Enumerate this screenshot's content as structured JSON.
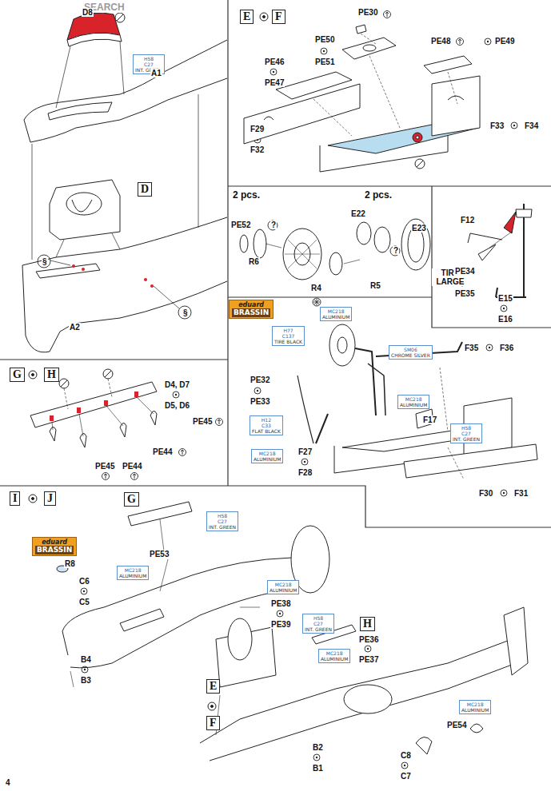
{
  "diagram": {
    "nodes": [
      {
        "text": [
          "D"
        ]
      },
      {
        "text": [
          "H58",
          "C27",
          "INT. GREEN"
        ]
      },
      {
        "text": [
          "E"
        ]
      },
      {
        "text": [
          "F"
        ]
      },
      {
        "text": [
          "eduard",
          "BRASSIN"
        ]
      },
      {
        "text": [
          "H77",
          "C137",
          "TIRE BLACK"
        ]
      },
      {
        "text": [
          "MC218",
          "ALUMINIUM"
        ]
      },
      {
        "text": [
          "SM06",
          "CHROME SILVER"
        ]
      },
      {
        "text": [
          "MC218",
          "ALUMINIUM"
        ]
      },
      {
        "text": [
          "H58",
          "C27",
          "INT. GREEN"
        ]
      },
      {
        "text": [
          "H12",
          "C33",
          "FLAT BLACK"
        ]
      },
      {
        "text": [
          "MC218",
          "ALUMINIUM"
        ]
      },
      {
        "text": [
          "G"
        ]
      },
      {
        "text": [
          "H"
        ]
      },
      {
        "text": [
          "I"
        ]
      },
      {
        "text": [
          "J"
        ]
      },
      {
        "text": [
          "G"
        ]
      },
      {
        "text": [
          "H58",
          "C27",
          "INT. GREEN"
        ]
      },
      {
        "text": [
          "eduard",
          "BRASSIN"
        ]
      },
      {
        "text": [
          "MC218",
          "ALUMINIUM"
        ]
      },
      {
        "text": [
          "MC218",
          "ALUMINIUM"
        ]
      },
      {
        "text": [
          "H58",
          "C27",
          "INT. GREEN"
        ]
      },
      {
        "text": [
          "H"
        ]
      },
      {
        "text": [
          "MC218",
          "ALUMINIUM"
        ]
      },
      {
        "text": [
          "E"
        ]
      },
      {
        "text": [
          "F"
        ]
      },
      {
        "text": [
          "MC218",
          "ALUMINIUM"
        ]
      }
    ],
    "labels": [
      "SEARCH",
      "D8",
      "A1",
      "§",
      "§",
      "A2",
      "PE30",
      "PE50",
      "PE51",
      "PE48",
      "PE49",
      "PE46",
      "PE47",
      "F29",
      "F32",
      "F33",
      "F34",
      "2 pcs.",
      "2 pcs.",
      "PE52",
      "?",
      "E22",
      "E23",
      "?",
      "R6",
      "R4",
      "R5",
      "TIRE LARGE",
      "F12",
      "PE34",
      "PE35",
      "E15",
      "E16",
      "F35",
      "F36",
      "PE32",
      "PE33",
      "F17",
      "F27",
      "F28",
      "F30",
      "F31",
      "D4, D7",
      "D5, D6",
      "PE45",
      "PE44",
      "PE44",
      "PE45",
      "R8",
      "PE53",
      "C6",
      "C5",
      "PE38",
      "PE39",
      "PE36",
      "PE37",
      "B4",
      "B3",
      "B2",
      "B1",
      "PE54",
      "C8",
      "C7",
      "4"
    ]
  }
}
